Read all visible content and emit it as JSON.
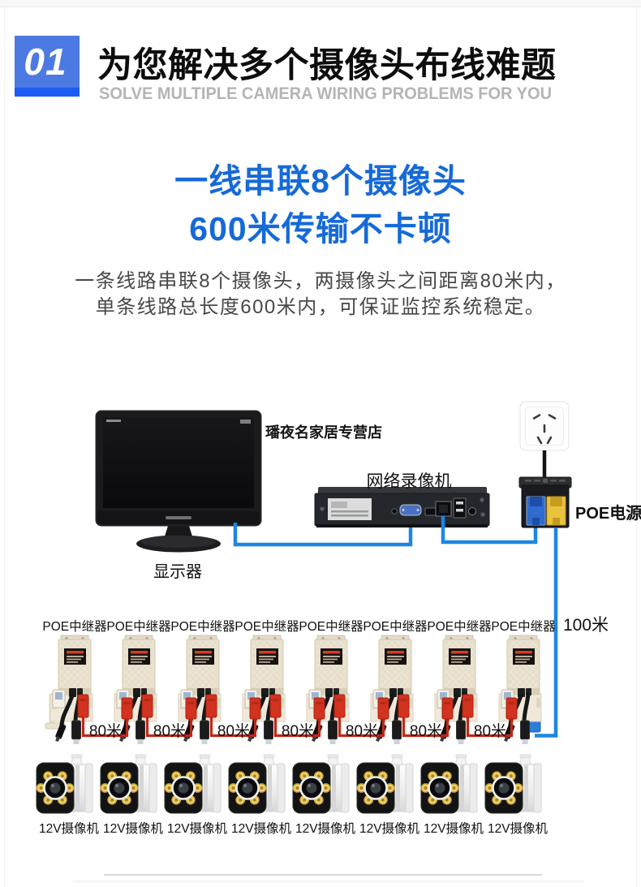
{
  "header": {
    "badge_number": "01",
    "badge_bg": "#4c7ae2",
    "badge_bar_color": "#1d5cf2",
    "title": "为您解决多个摄像头布线难题",
    "subtitle": "SOLVE MULTIPLE CAMERA WIRING PROBLEMS FOR YOU"
  },
  "hero": {
    "heading_line1": "一线串联8个摄像头",
    "heading_line2": "600米传输不卡顿",
    "heading_color": "#166ad8",
    "body_line1": "一条线路串联8个摄像头，两摄像头之间距离80米内，",
    "body_line2": "单条线路总长度600米内，可保证监控系统稳定。"
  },
  "diagram": {
    "watermark": "璠夜名家居专营店",
    "monitor_label": "显示器",
    "nvr_label": "网络录像机",
    "poe_label": "POE电源",
    "backbone_label": "100米",
    "cable_blue": "#1d86e4",
    "cable_red": "#c42717",
    "cable_black": "#141414",
    "repeaters": [
      {
        "label": "POE中继器"
      },
      {
        "label": "POE中继器"
      },
      {
        "label": "POE中继器"
      },
      {
        "label": "POE中继器"
      },
      {
        "label": "POE中继器"
      },
      {
        "label": "POE中继器"
      },
      {
        "label": "POE中继器"
      },
      {
        "label": "POE中继器"
      }
    ],
    "segments": [
      {
        "label": "80米"
      },
      {
        "label": "80米"
      },
      {
        "label": "80米"
      },
      {
        "label": "80米"
      },
      {
        "label": "80米"
      },
      {
        "label": "80米"
      },
      {
        "label": "80米"
      }
    ],
    "cameras": [
      {
        "label": "12V摄像机"
      },
      {
        "label": "12V摄像机"
      },
      {
        "label": "12V摄像机"
      },
      {
        "label": "12V摄像机"
      },
      {
        "label": "12V摄像机"
      },
      {
        "label": "12V摄像机"
      },
      {
        "label": "12V摄像机"
      },
      {
        "label": "12V摄像机"
      }
    ]
  }
}
